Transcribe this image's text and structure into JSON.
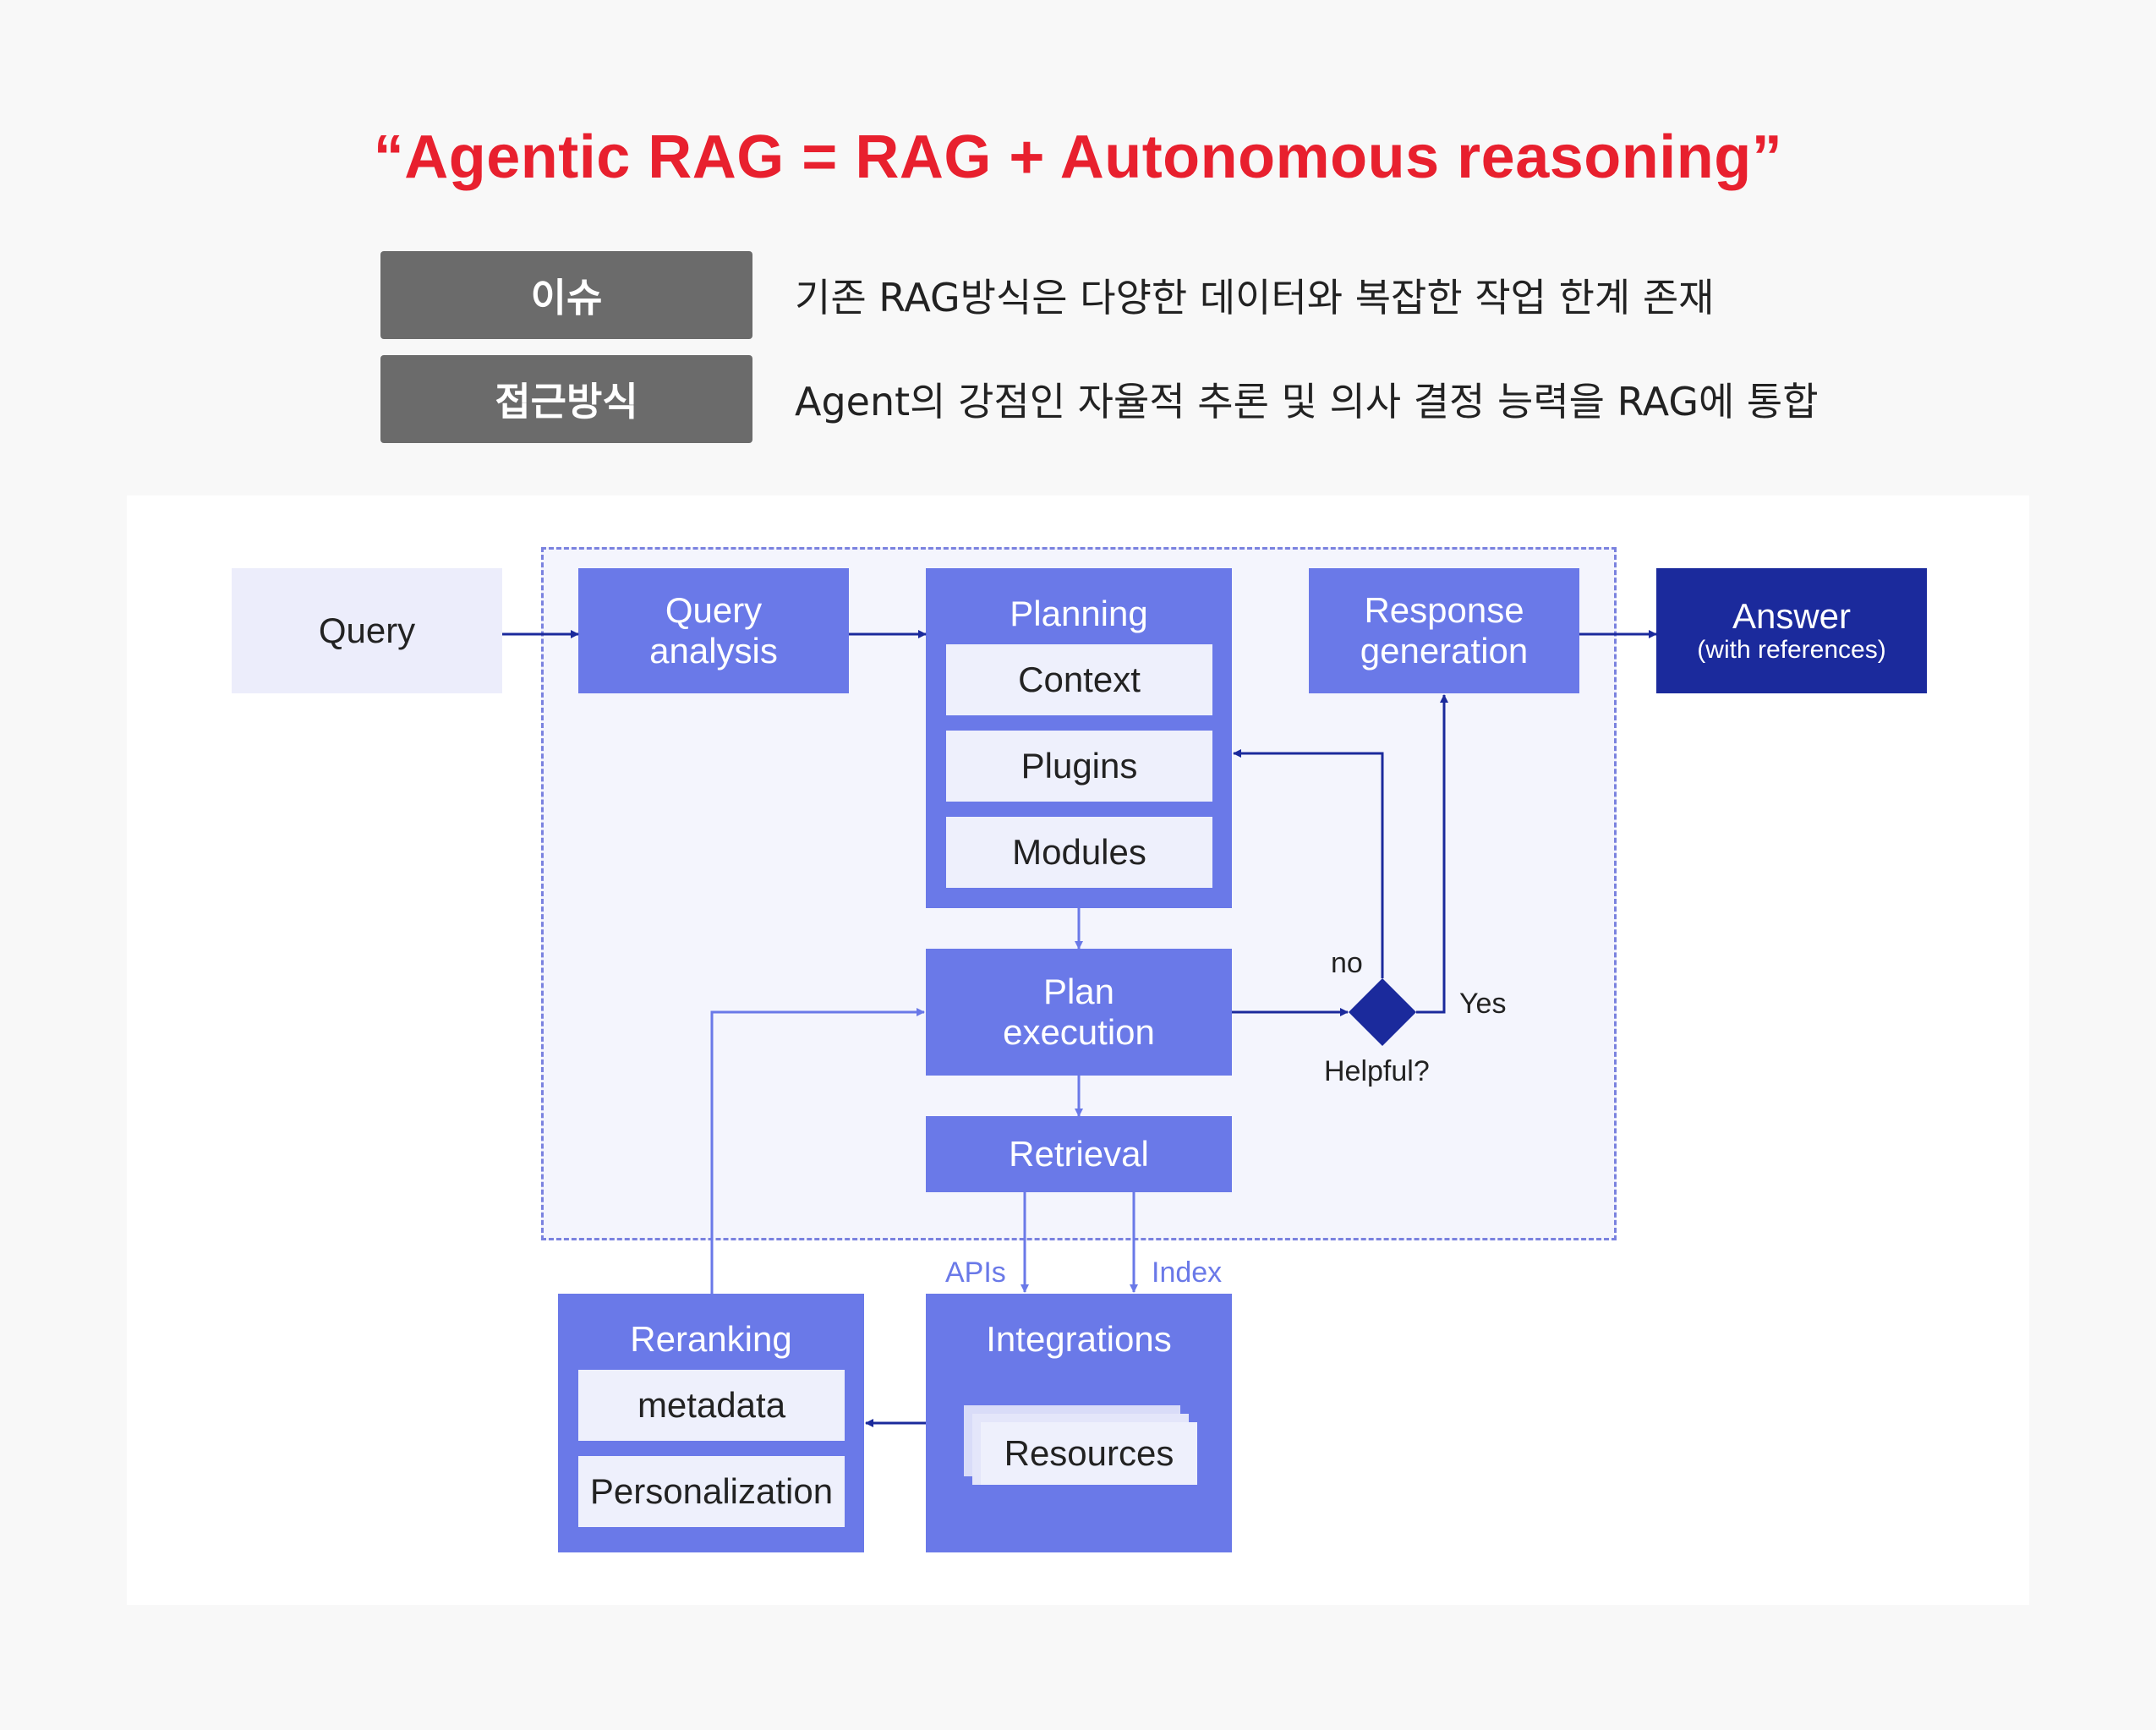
{
  "title": "“Agentic RAG = RAG + Autonomous reasoning”",
  "rows": [
    {
      "label": "이슈",
      "text": "기존 RAG방식은 다양한 데이터와 복잡한 작업 한계 존재"
    },
    {
      "label": "접근방식",
      "text": "Agent의 강점인 자율적 추론 및 의사 결정 능력을 RAG에 통합"
    }
  ],
  "diagram": {
    "query": "Query",
    "query_analysis": "Query\nanalysis",
    "planning": {
      "title": "Planning",
      "items": [
        "Context",
        "Plugins",
        "Modules"
      ]
    },
    "response_generation": "Response\ngeneration",
    "answer": {
      "title": "Answer",
      "subtitle": "(with references)"
    },
    "plan_execution": "Plan\nexecution",
    "retrieval": "Retrieval",
    "decision": {
      "label": "Helpful?",
      "no": "no",
      "yes": "Yes"
    },
    "edge_apis": "APIs",
    "edge_index": "Index",
    "reranking": {
      "title": "Reranking",
      "items": [
        "metadata",
        "Personalization"
      ]
    },
    "integrations": {
      "title": "Integrations",
      "resources": "Resources"
    }
  },
  "colors": {
    "title_red": "#e8202e",
    "label_gray": "#6b6b6b",
    "box_blue": "#6a79e8",
    "sub_light": "#eef0fc",
    "answer_navy": "#1b2a9c",
    "arrow_navy": "#1b2a9c",
    "arrow_light": "#6a79e8"
  }
}
